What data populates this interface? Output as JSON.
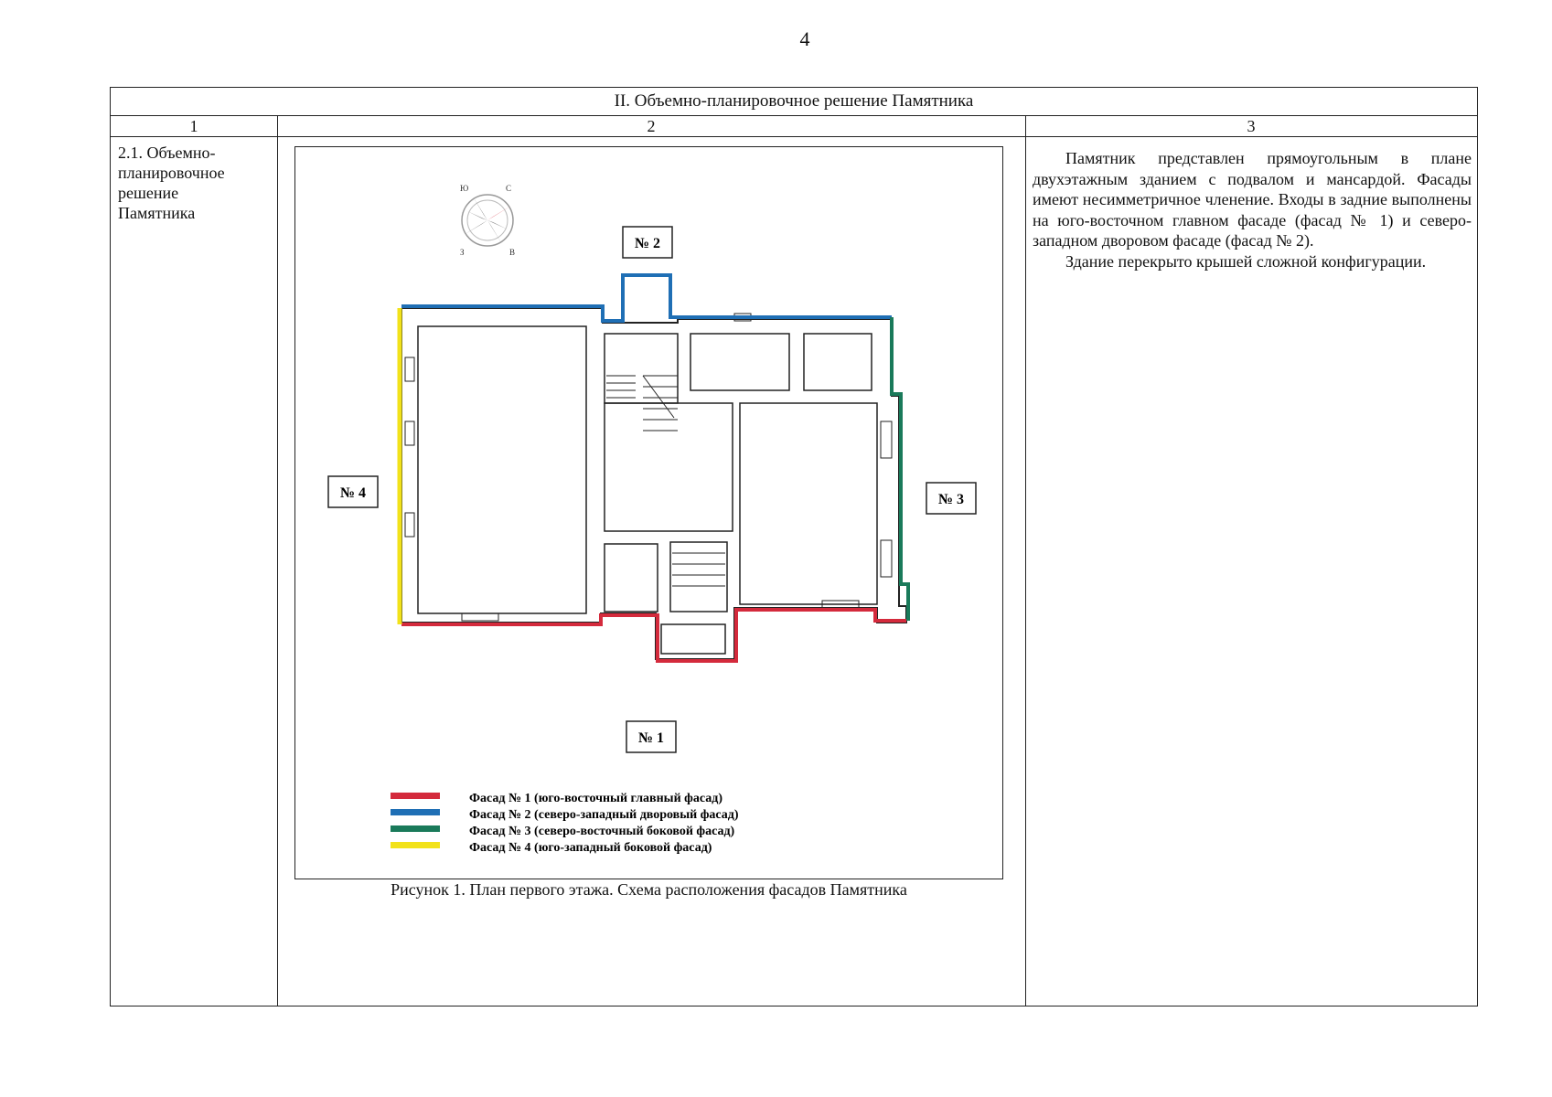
{
  "page_number": "4",
  "section_title": "II.  Объемно-планировочное решение Памятника",
  "column_numbers": [
    "1",
    "2",
    "3"
  ],
  "cell1": {
    "line1": "2.1. Объемно-",
    "line2": "планировочное",
    "line3": "решение",
    "line4": "Памятника"
  },
  "cell3": {
    "paragraph1": "Памятник представлен прямоугольным в плане двухэтажным зданием с подвалом и мансардой. Фасады имеют несимметричное членение. Входы в задние выполнены на юго-восточном главном фасаде (фасад № 1) и северо-западном дворовом фасаде (фасад № 2).",
    "paragraph2": "Здание перекрыто крышей сложной конфигурации."
  },
  "figure": {
    "caption": "Рисунок 1. План первого этажа. Схема расположения фасадов Памятника",
    "compass_letters": [
      "С",
      "В",
      "Ю",
      "З"
    ],
    "facade_labels": {
      "f1": "№ 1",
      "f2": "№ 2",
      "f3": "№ 3",
      "f4": "№ 4"
    },
    "legend": [
      {
        "color": "#d42a3c",
        "text": "Фасад № 1 (юго-восточный главный фасад)"
      },
      {
        "color": "#1f6fb5",
        "text": "Фасад № 2 (северо-западный дворовый фасад)"
      },
      {
        "color": "#1a7a5a",
        "text": "Фасад № 3 (северо-восточный боковой фасад)"
      },
      {
        "color": "#f2e21a",
        "text": "Фасад № 4 (юго-западный боковой фасад)"
      }
    ]
  }
}
